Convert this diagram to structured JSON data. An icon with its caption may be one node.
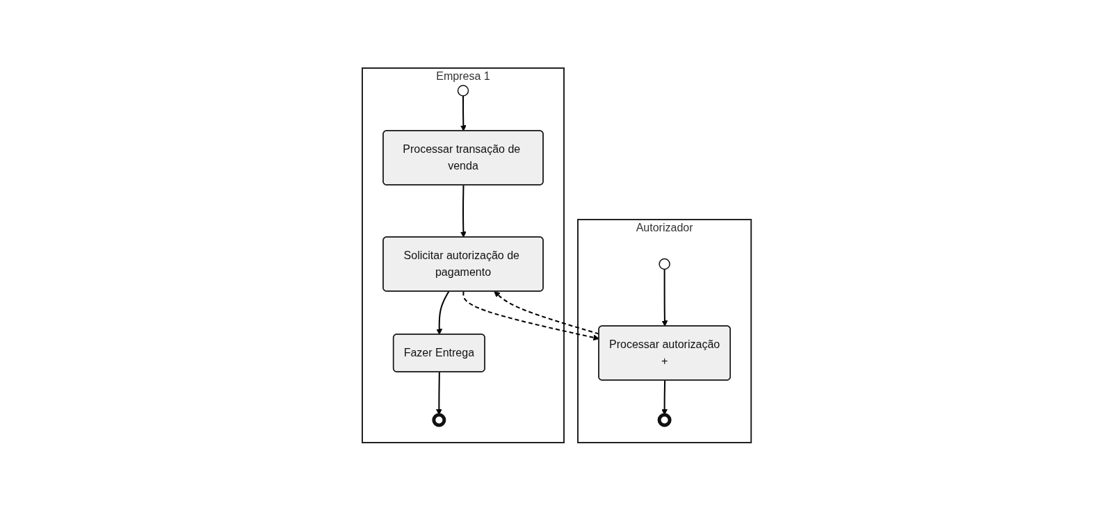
{
  "diagram": {
    "nodes": [
      {
        "text": [
          "Empresa 1"
        ]
      },
      {
        "text": [],
        "shape": "circle",
        "in": 0
      },
      {
        "text": [
          "Processar transação de venda"
        ],
        "in": 0
      },
      {
        "text": [
          "Solicitar autorização de pagamento"
        ],
        "in": 0
      },
      {
        "text": [
          "Fazer Entrega"
        ],
        "in": 0
      },
      {
        "text": [],
        "shape": "circle",
        "in": 0
      },
      {
        "text": [
          "Autorizador"
        ]
      },
      {
        "text": [],
        "shape": "circle",
        "in": 6
      },
      {
        "text": [
          "Processar autorização",
          "+"
        ],
        "in": 6
      },
      {
        "text": [],
        "shape": "circle",
        "in": 6
      }
    ],
    "edges": [
      {
        "from": 1,
        "to": 2,
        "arrow": "to"
      },
      {
        "from": 2,
        "to": 3,
        "arrow": "to"
      },
      {
        "from": 3,
        "to": 4,
        "arrow": "to"
      },
      {
        "from": 4,
        "to": 5,
        "arrow": "to"
      },
      {
        "from": 3,
        "to": 8,
        "arrow": "to",
        "style": "dashed"
      },
      {
        "from": 8,
        "to": 3,
        "arrow": "to",
        "style": "dashed"
      },
      {
        "from": 7,
        "to": 8,
        "arrow": "to"
      },
      {
        "from": 8,
        "to": 9,
        "arrow": "to"
      }
    ]
  }
}
